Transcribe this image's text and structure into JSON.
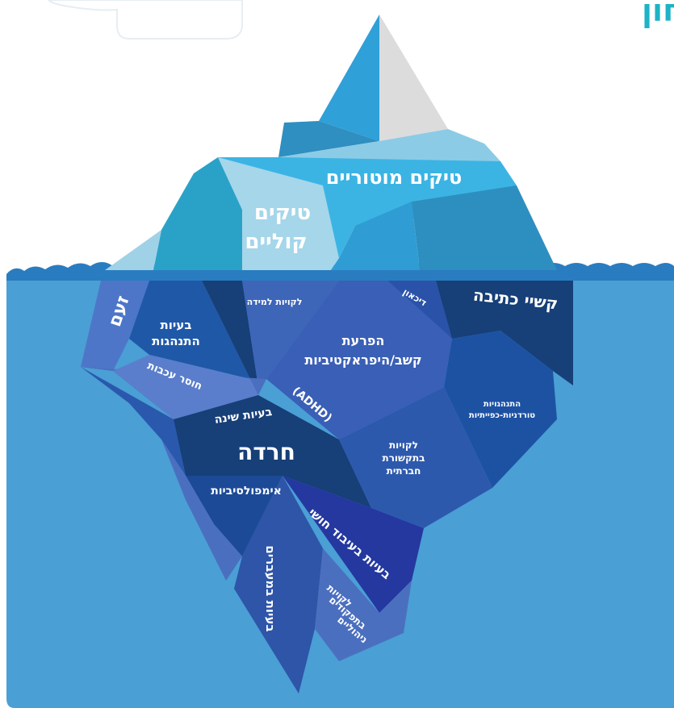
{
  "title": "קצה הקרחון",
  "labels": {
    "motor_tics": "טיקים מוטוריים",
    "vocal_tics_1": "טיקים",
    "vocal_tics_2": "קוליים",
    "rage": "זעם",
    "behavior_1": "בעיות",
    "behavior_2": "התנהגות",
    "learning_disabilities": "לקויות למידה",
    "depression": "דיכאון",
    "writing_difficulty": "קשיי כתיבה",
    "adhd_1": "הפרעת",
    "adhd_2": "קשב/היפראקטיביות",
    "adhd_3": "(ADHD)",
    "restlessness": "חוסר עכבות",
    "sleep_problems": "בעיות שינה",
    "ocd_1": "התנהגויות",
    "ocd_2": "טורדניות-כפייתיות",
    "anxiety": "חרדה",
    "social_1": "לקויות",
    "social_2": "בתקשורת",
    "social_3": "חברתית",
    "impulsivity": "אימפולסיביות",
    "sensory": "בעיות בעיבוד חושי",
    "transitions": "בעיות במעברים",
    "executive_1": "לקויות",
    "executive_2": "בתפקודים",
    "executive_3": "ניהוליים"
  },
  "colors": {
    "water": "#4a9fd5",
    "title": "#1db3c7",
    "cloud": "#ffffff"
  }
}
